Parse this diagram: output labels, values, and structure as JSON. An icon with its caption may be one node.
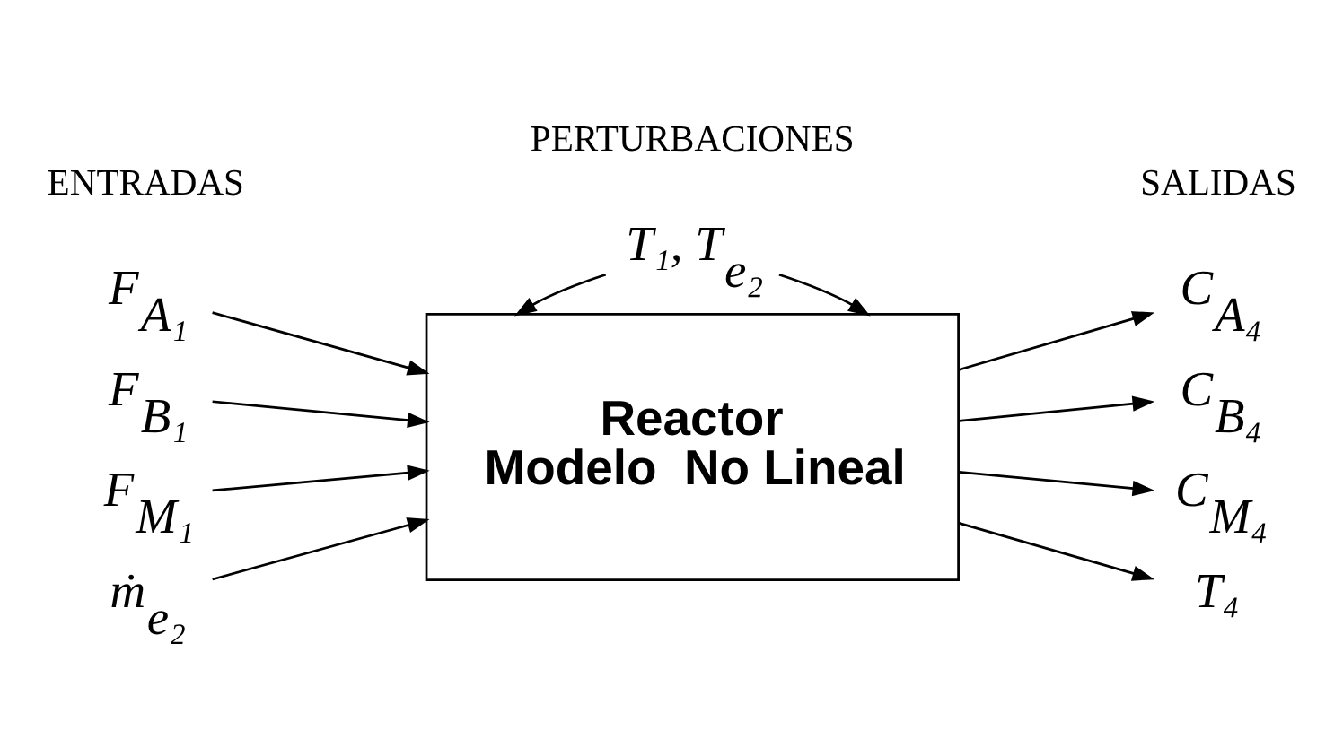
{
  "diagram": {
    "nodes": [
      {
        "text": [
          "T₁, T$_{e₂}$"
        ]
      },
      {
        "text": [
          "F$_{A₁}$"
        ]
      },
      {
        "text": [
          "F$_{B₁}$"
        ]
      },
      {
        "text": [
          "F$_{M₁}$"
        ]
      },
      {
        "text": [
          "ṁ$_{e₂}$"
        ]
      },
      {
        "text": [
          "Reactor",
          "Modelo  No Lineal"
        ]
      },
      {
        "text": [
          "C$_{A₄}$"
        ]
      },
      {
        "text": [
          "C$_{B₄}$"
        ]
      },
      {
        "text": [
          "C$_{M₄}$"
        ]
      },
      {
        "text": [
          "T₄"
        ]
      }
    ],
    "edges": [
      {
        "from": 0,
        "to": 5,
        "arrow": "to"
      },
      {
        "from": 0,
        "to": 5,
        "arrow": "to"
      },
      {
        "from": 1,
        "to": 5,
        "arrow": "to"
      },
      {
        "from": 2,
        "to": 5,
        "arrow": "to"
      },
      {
        "from": 3,
        "to": 5,
        "arrow": "to"
      },
      {
        "from": 4,
        "to": 5,
        "arrow": "to"
      },
      {
        "from": 5,
        "to": 6,
        "arrow": "to"
      },
      {
        "from": 5,
        "to": 7,
        "arrow": "to"
      },
      {
        "from": 5,
        "to": 8,
        "arrow": "to"
      },
      {
        "from": 5,
        "to": 9,
        "arrow": "to"
      }
    ],
    "labels": [
      "PERTURBACIONES",
      "ENTRADAS",
      "SALIDAS"
    ]
  }
}
